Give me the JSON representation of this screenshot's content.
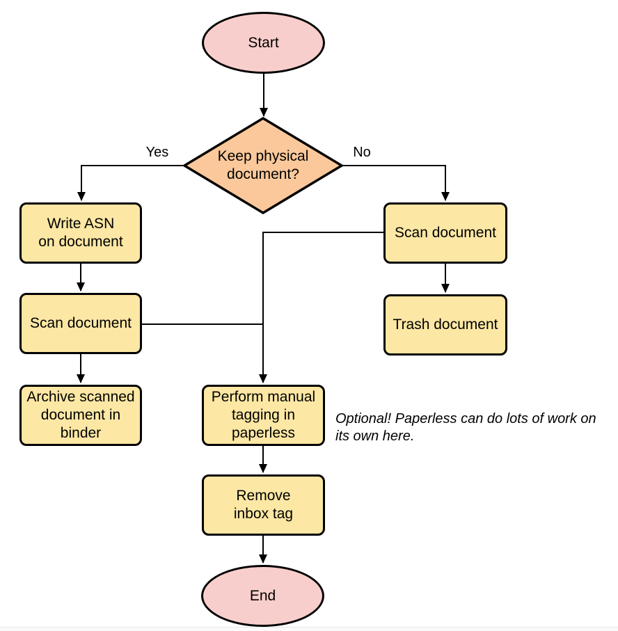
{
  "flowchart": {
    "nodes": {
      "start": {
        "label": "Start"
      },
      "decision": {
        "label": "Keep physical\ndocument?"
      },
      "write_asn": {
        "label": "Write ASN\non document"
      },
      "scan_left": {
        "label": "Scan document"
      },
      "archive": {
        "label": "Archive scanned\ndocument in\nbinder"
      },
      "scan_right": {
        "label": "Scan document"
      },
      "trash": {
        "label": "Trash document"
      },
      "tagging": {
        "label": "Perform manual\ntagging in\npaperless"
      },
      "remove_inbox": {
        "label": "Remove\ninbox tag"
      },
      "end": {
        "label": "End"
      }
    },
    "edge_labels": {
      "yes": "Yes",
      "no": "No"
    },
    "annotation": "Optional! Paperless can do lots of work on\nits own here.",
    "colors": {
      "terminal_fill": "#F8CECC",
      "decision_fill": "#FAC89A",
      "process_fill": "#FCE7A4",
      "stroke": "#000000"
    }
  }
}
